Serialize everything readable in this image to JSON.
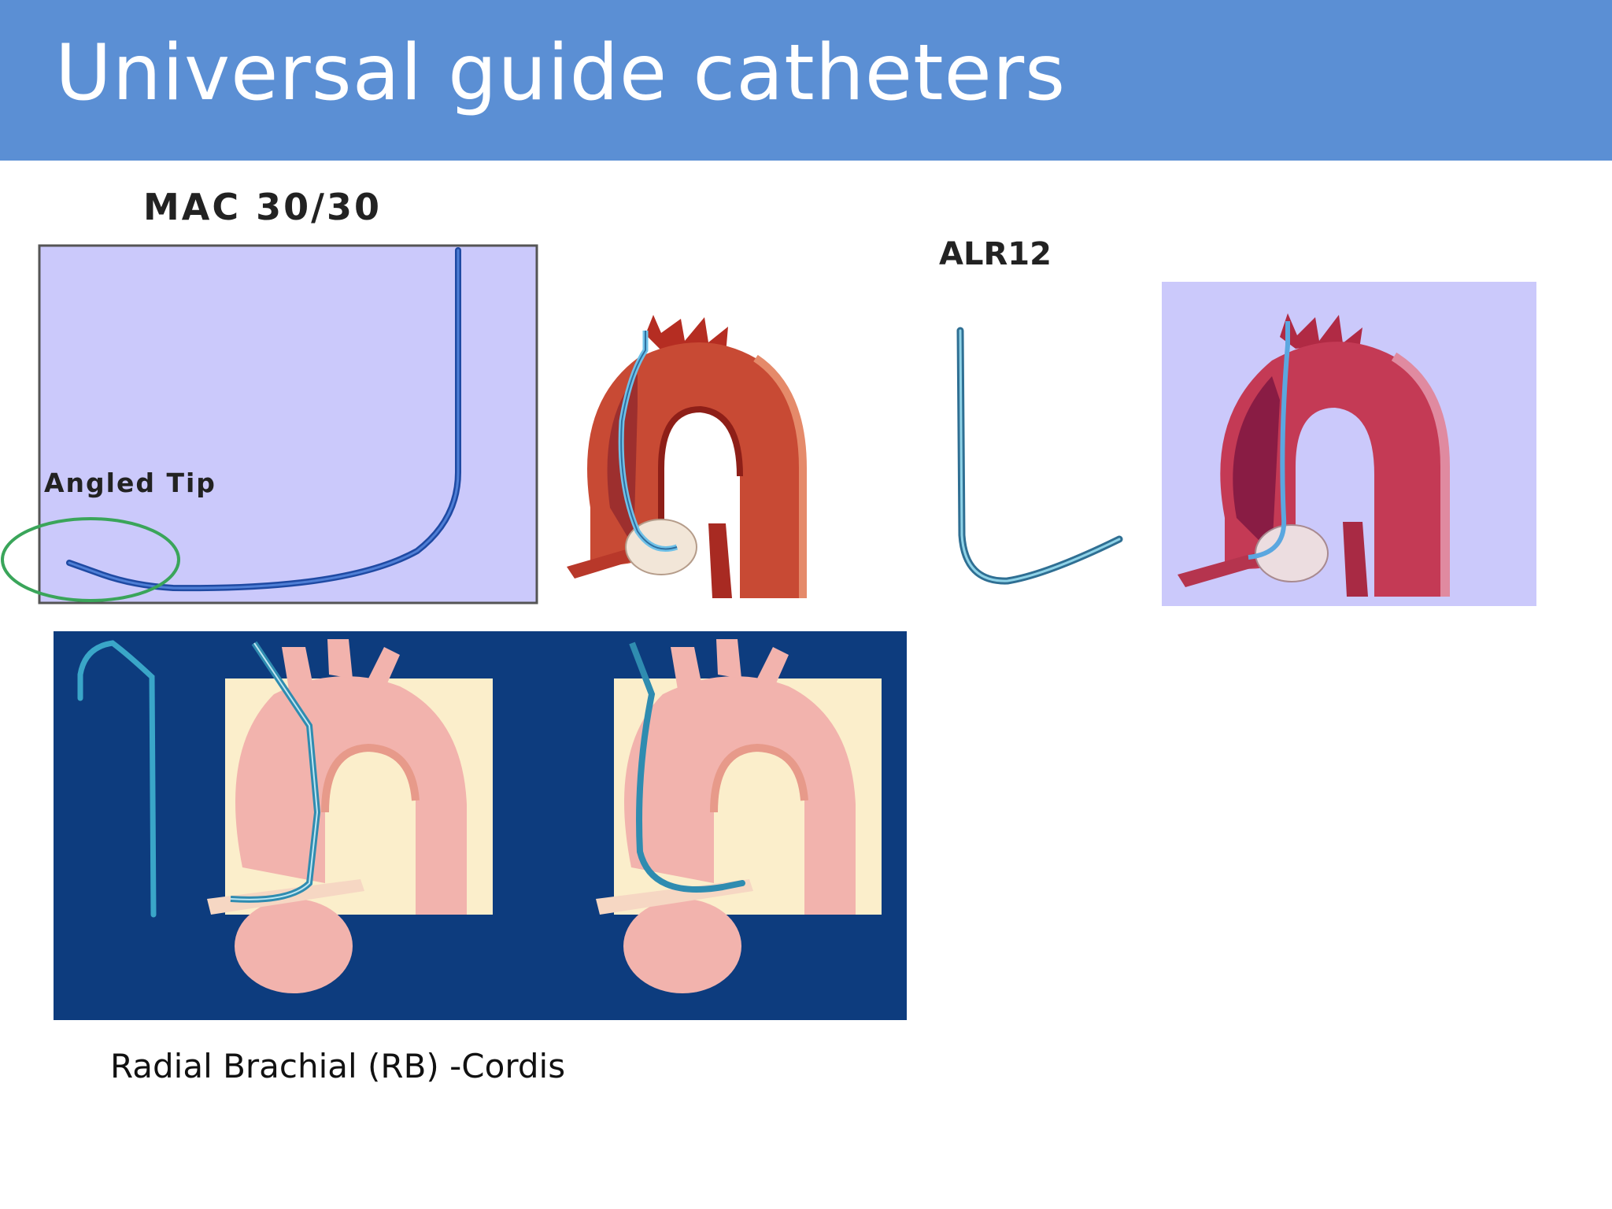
{
  "slide": {
    "title": "Universal guide catheters",
    "mac_label": "MAC 30/30",
    "angled_tip_label": "Angled Tip",
    "alr_label": "ALR12",
    "caption": "Radial Brachial (RB) -Cordis"
  },
  "colors": {
    "header": "#5b8fd4",
    "panel_lavender": "#cbc9fb",
    "catheter_blue": "#2852a8",
    "navy_panel": "#0d3c7e",
    "aorta_red": "#c0392b",
    "aorta_pink": "#f2b3ad",
    "cream": "#fbeecb"
  }
}
